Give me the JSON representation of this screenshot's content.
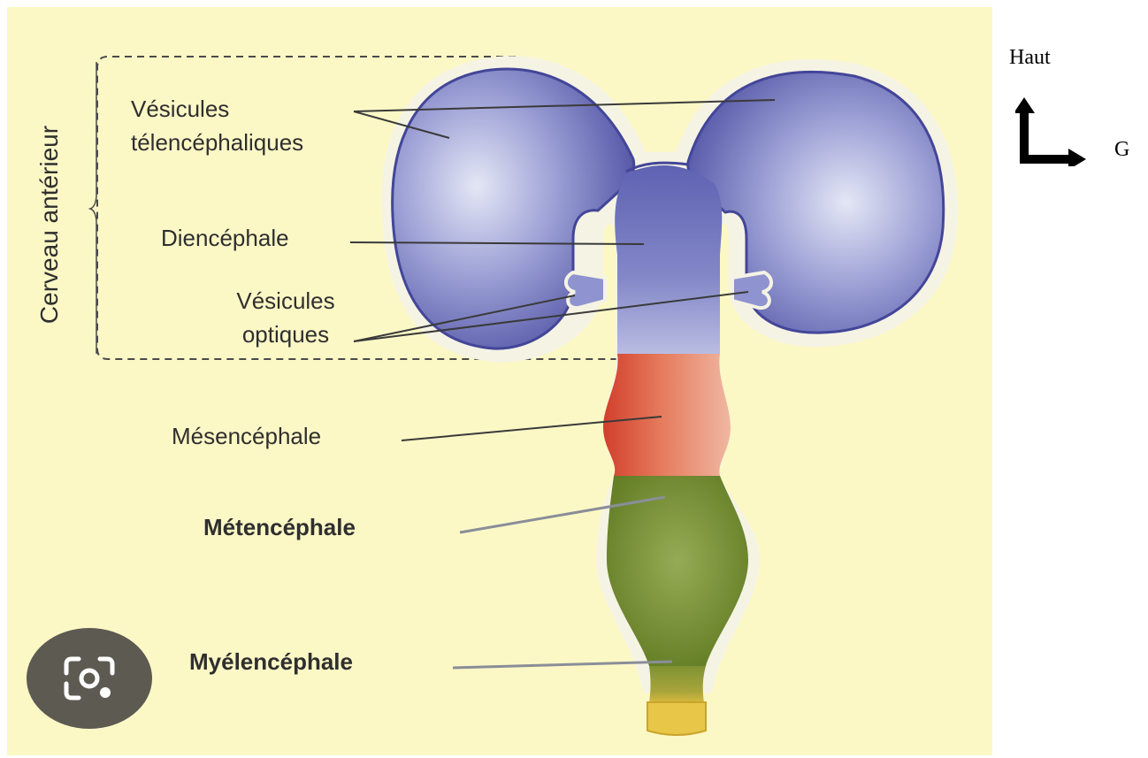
{
  "labels": {
    "forebrain": "Cerveau antérieur",
    "telencephalic_1": "Vésicules",
    "telencephalic_2": "télencéphaliques",
    "diencephalon": "Diencéphale",
    "optic_1": "Vésicules",
    "optic_2": "optiques",
    "mesencephalon": "Mésencéphale",
    "metencephalon": "Métencéphale",
    "myelencephalon": "Myélencéphale"
  },
  "orientation": {
    "up": "Haut",
    "left": "G"
  },
  "icons": {
    "lens": "camera-search-icon",
    "arrow": "orientation-arrow-icon"
  },
  "colors": {
    "background": "#fcf8c6",
    "forebrain": "#5458a8",
    "mesencephalon": "#d9543c",
    "metencephalon": "#6f8a2c",
    "lens_button": "#5d5a52"
  }
}
